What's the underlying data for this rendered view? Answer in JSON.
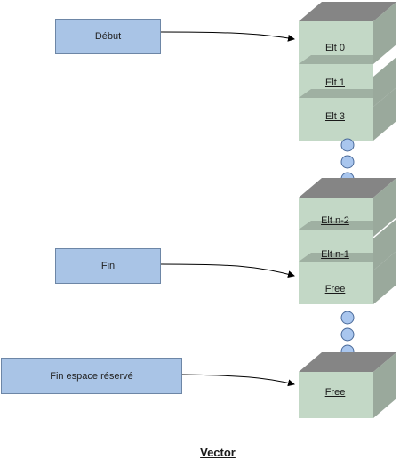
{
  "pointers": {
    "debut": "Début",
    "fin": "Fin",
    "fin_reserve": "Fin espace réservé"
  },
  "blocks": {
    "elt0": "Elt 0",
    "elt1": "Elt 1",
    "elt3": "Elt 3",
    "eltn2": "Elt n-2",
    "eltn1": "Elt n-1",
    "free1": "Free",
    "free2": "Free"
  },
  "caption": "Vector",
  "colors": {
    "pointer_box": "#a9c4e6",
    "block_top": "#858585",
    "block_front": "#c3d8c6",
    "block_side": "#9aa99c",
    "ellipsis_dot": "#a9c6ee"
  }
}
